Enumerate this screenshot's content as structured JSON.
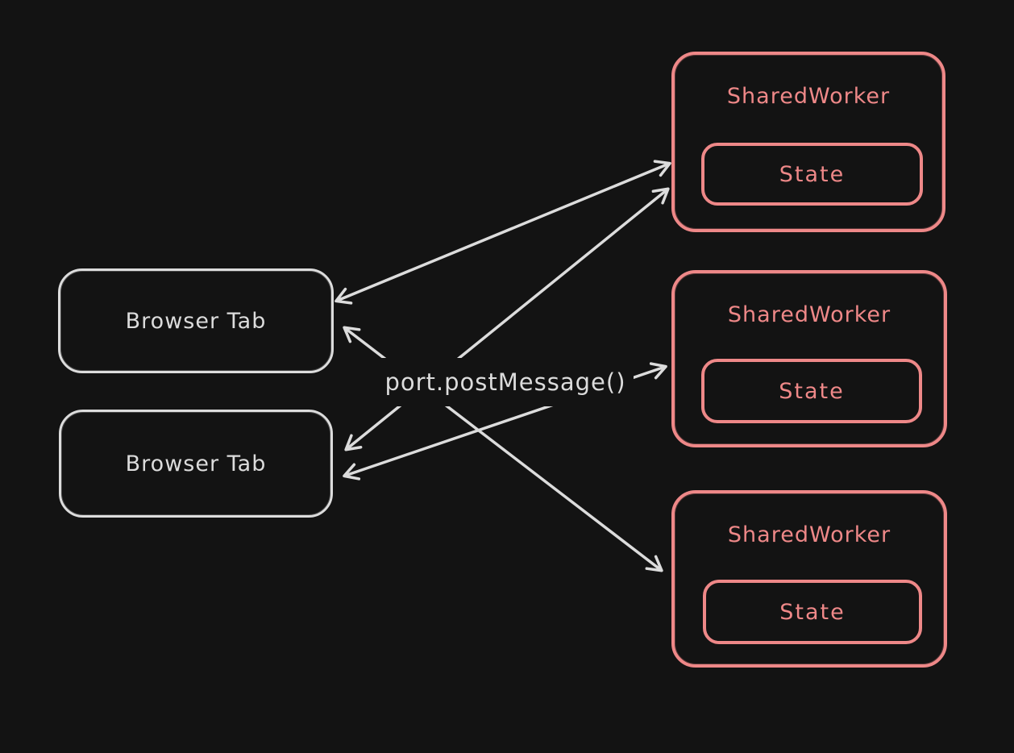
{
  "colors": {
    "background": "#131313",
    "tab_stroke": "#dcdcdc",
    "worker_stroke": "#ee8888"
  },
  "diagram": {
    "tabs": [
      {
        "label": "Browser Tab"
      },
      {
        "label": "Browser Tab"
      }
    ],
    "workers": [
      {
        "label": "SharedWorker",
        "state": "State"
      },
      {
        "label": "SharedWorker",
        "state": "State"
      },
      {
        "label": "SharedWorker",
        "state": "State"
      }
    ],
    "arrow_label": "port.postMessage()",
    "connections": [
      {
        "from": "browser-tab-1",
        "to": "shared-worker-1",
        "bidirectional": true
      },
      {
        "from": "browser-tab-2",
        "to": "shared-worker-1",
        "bidirectional": true
      },
      {
        "from": "browser-tab-2",
        "to": "shared-worker-2",
        "bidirectional": true
      },
      {
        "from": "browser-tab-1",
        "to": "shared-worker-3",
        "bidirectional": true
      }
    ]
  }
}
